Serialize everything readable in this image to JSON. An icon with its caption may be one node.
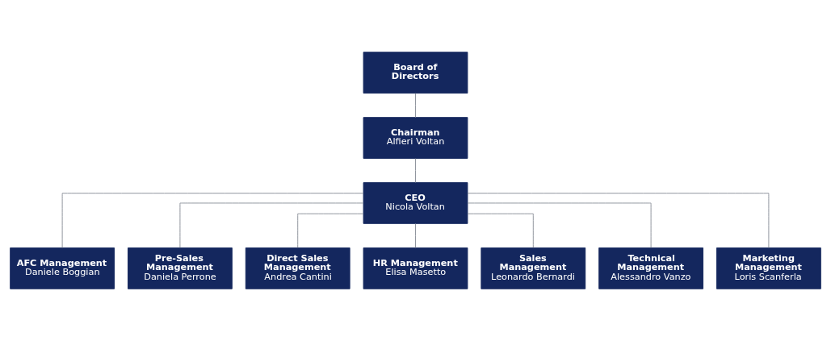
{
  "diagram": {
    "nodes": [
      {
        "text": [
          "Board of Directors"
        ]
      },
      {
        "text": [
          "Chairman",
          "Alfieri Voltan"
        ]
      },
      {
        "text": [
          "CEO",
          "Nicola Voltan"
        ]
      },
      {
        "text": [
          "AFC Management",
          "Daniele Boggian"
        ]
      },
      {
        "text": [
          "Pre-Sales Management",
          "Daniela Perrone"
        ]
      },
      {
        "text": [
          "Direct Sales Management",
          "Andrea Cantini"
        ]
      },
      {
        "text": [
          "HR Management",
          "Elisa Masetto"
        ]
      },
      {
        "text": [
          "Sales Management",
          "Leonardo Bernardi"
        ]
      },
      {
        "text": [
          "Technical Management",
          "Alessandro Vanzo"
        ]
      },
      {
        "text": [
          "Marketing Management",
          "Loris Scanferla"
        ]
      }
    ],
    "edges": [
      {
        "from": 0,
        "to": 1,
        "arrow": "none"
      },
      {
        "from": 1,
        "to": 2,
        "arrow": "none"
      },
      {
        "from": 2,
        "to": 3,
        "arrow": "none"
      },
      {
        "from": 2,
        "to": 4,
        "arrow": "none"
      },
      {
        "from": 2,
        "to": 5,
        "arrow": "none"
      },
      {
        "from": 2,
        "to": 6,
        "arrow": "none"
      },
      {
        "from": 2,
        "to": 7,
        "arrow": "none"
      },
      {
        "from": 2,
        "to": 8,
        "arrow": "none"
      },
      {
        "from": 2,
        "to": 9,
        "arrow": "none"
      }
    ]
  }
}
